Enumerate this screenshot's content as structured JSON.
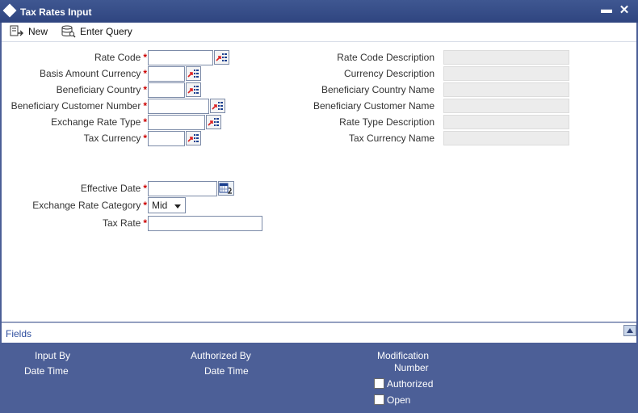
{
  "window": {
    "title": "Tax Rates Input",
    "minimize_label": "▬",
    "close_label": "✕"
  },
  "toolbar": {
    "new_label": "New",
    "enter_query_label": "Enter Query"
  },
  "form": {
    "required_marker": "*",
    "rate_code_label": "Rate Code",
    "basis_amount_currency_label": "Basis Amount Currency",
    "beneficiary_country_label": "Beneficiary Country",
    "beneficiary_customer_number_label": "Beneficiary Customer Number",
    "exchange_rate_type_label": "Exchange Rate Type",
    "tax_currency_label": "Tax Currency",
    "effective_date_label": "Effective Date",
    "exchange_rate_category_label": "Exchange Rate Category",
    "exchange_rate_category_value": "Mid",
    "tax_rate_label": "Tax Rate",
    "rate_code_value": "",
    "basis_amount_currency_value": "",
    "beneficiary_country_value": "",
    "beneficiary_customer_number_value": "",
    "exchange_rate_type_value": "",
    "tax_currency_value": "",
    "effective_date_value": "",
    "tax_rate_value": ""
  },
  "descriptions": {
    "rate_code_description_label": "Rate Code Description",
    "currency_description_label": "Currency Description",
    "beneficiary_country_name_label": "Beneficiary Country Name",
    "beneficiary_customer_name_label": "Beneficiary Customer Name",
    "rate_type_description_label": "Rate Type Description",
    "tax_currency_name_label": "Tax Currency Name"
  },
  "fields_bar": {
    "label": "Fields"
  },
  "footer": {
    "input_by_label": "Input By",
    "input_date_time_label": "Date Time",
    "authorized_by_label": "Authorized By",
    "authorized_date_time_label": "Date Time",
    "modification_label": "Modification",
    "number_label": "Number",
    "authorized_checkbox_label": "Authorized",
    "open_checkbox_label": "Open"
  }
}
